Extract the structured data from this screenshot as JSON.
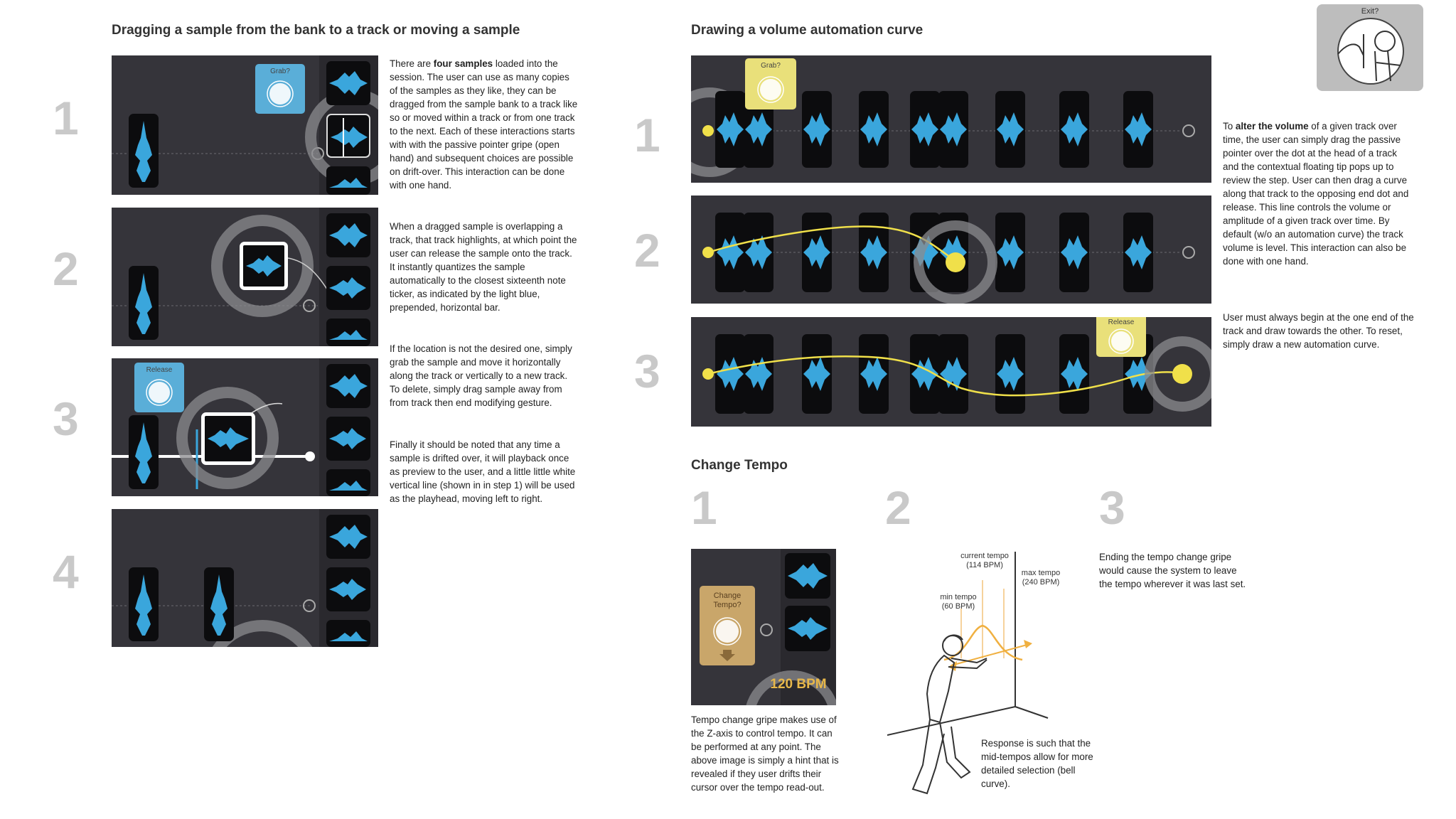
{
  "section1": {
    "title": "Dragging a sample from the bank to a track or moving a sample",
    "steps": [
      "1",
      "2",
      "3",
      "4"
    ],
    "hints": {
      "grab": "Grab?",
      "release": "Release"
    },
    "paragraphs": [
      [
        "There are ",
        "four samples",
        " loaded into the session.  The user can use as many copies of the samples as they like, they can be dragged from the sample bank to a track like so or moved within a track or from one track to the next.  Each of these interactions starts with with the passive pointer gripe (open hand) and subsequent choices are possible on drift-over.  This interaction can be done with one hand."
      ],
      "When a dragged sample is overlapping a track, that track highlights, at which point the user can release the sample onto the track.  It instantly quantizes the sample automatically to the closest sixteenth note ticker, as indicated by the light blue, prepended, horizontal bar.",
      "If the location is not the desired one, simply grab the sample and move it horizontally along the track or vertically to a new track.  To delete, simply drag sample away from from track then end modifying gesture.",
      "Finally it should be noted that any time a sample is drifted over, it will playback once as preview to the user, and a little little white vertical line (shown in in step 1) will be used as the playhead, moving left to right."
    ]
  },
  "section2": {
    "title": "Drawing a volume automation curve",
    "steps": [
      "1",
      "2",
      "3"
    ],
    "hints": {
      "grab": "Grab?",
      "release": "Release",
      "exit": "Exit?"
    },
    "paragraphs": [
      [
        "To ",
        "alter the volume",
        " of a given track over time, the user can simply drag the passive pointer over the dot at the head of a track and the contextual floating tip pops up to review the step. User can then drag a curve along that track to the opposing end dot and release.  This line controls the volume or amplitude of a given track over time. By default (w/o an automation curve) the track volume is level.  This interaction can also be done with one hand."
      ],
      "User must always begin at the one end of the track and draw towards the other. To reset, simply draw a new automation curve."
    ]
  },
  "section3": {
    "title": "Change Tempo",
    "steps": [
      "1",
      "2",
      "3"
    ],
    "hint": "Change Tempo?",
    "bpm": "120 BPM",
    "caption1": "Tempo change gripe makes use of the Z-axis to control tempo.  It can be performed at any point.  The above image is simply a hint that is revealed if they user drifts their cursor over the tempo read-out.",
    "labels": {
      "current_tempo": "current tempo",
      "current_tempo_value": "(114 BPM)",
      "max_tempo": "max tempo",
      "max_tempo_value": "(240 BPM)",
      "min_tempo": "min tempo",
      "min_tempo_value": "(60 BPM)"
    },
    "response": "Response is such that the mid-tempos allow for more detailed selection (bell curve).",
    "caption3": "Ending the tempo change gripe would cause the system to leave the tempo wherever it was last set."
  },
  "colors": {
    "panel": "#35343a",
    "accent_blue": "#3aa6dc",
    "hint_blue": "#5aaed8",
    "hint_yellow": "#e9e07a",
    "curve_yellow": "#f0e04a",
    "step_gray": "#c9c9c9"
  }
}
